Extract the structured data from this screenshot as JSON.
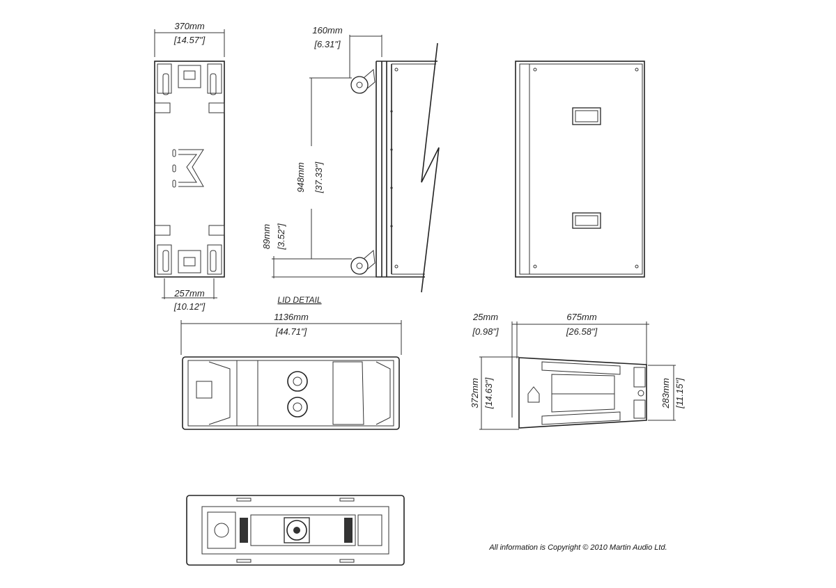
{
  "top_view": {
    "width_mm": "370mm",
    "width_in": "[14.57\"]",
    "wheel_mm": "257mm",
    "wheel_in": "[10.12\"]"
  },
  "lid_detail": {
    "title": "LID  DETAIL",
    "offset_mm": "160mm",
    "offset_in": "[6.31\"]",
    "height_mm": "948mm",
    "height_in": "[37.33\"]",
    "base_mm": "89mm",
    "base_in": "[3.52\"]"
  },
  "front_view": {
    "length_mm": "1136mm",
    "length_in": "[44.71\"]"
  },
  "side_view": {
    "lip_mm": "25mm",
    "lip_in": "[0.98\"]",
    "depth_mm": "675mm",
    "depth_in": "[26.58\"]",
    "front_h_mm": "372mm",
    "front_h_in": "[14.63\"]",
    "rear_h_mm": "283mm",
    "rear_h_in": "[11.15\"]"
  },
  "copyright": "All information is Copyright © 2010 Martin Audio Ltd."
}
